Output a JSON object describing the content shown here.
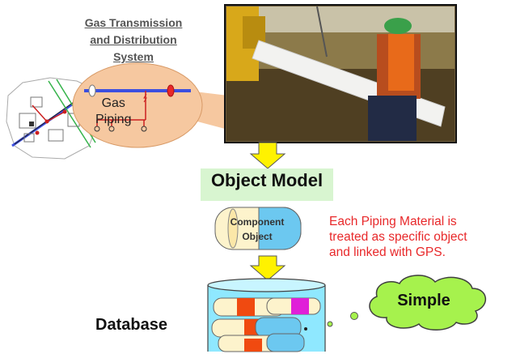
{
  "title": {
    "line1": "Gas Transmission",
    "line2": "and Distribution",
    "line3": "System"
  },
  "inset": {
    "line1": "Gas",
    "line2": "Piping"
  },
  "object_model": "Object Model",
  "component": {
    "line1": "Component",
    "line2": "Object"
  },
  "description": {
    "line1": "Each Piping Material is",
    "line2": "treated as specific object",
    "line3": "and linked with GPS."
  },
  "database_label": "Database",
  "simple_label": "Simple",
  "colors": {
    "ellipse": "#f6c8a0",
    "pipe": "#3c4fe0",
    "title": "#555555",
    "description": "#e8282a",
    "arrow": "#fff200",
    "cylinder_fill": "#8fe8ff",
    "cloud": "#a6f24d",
    "object_model_bg": "#d8f5d0"
  }
}
